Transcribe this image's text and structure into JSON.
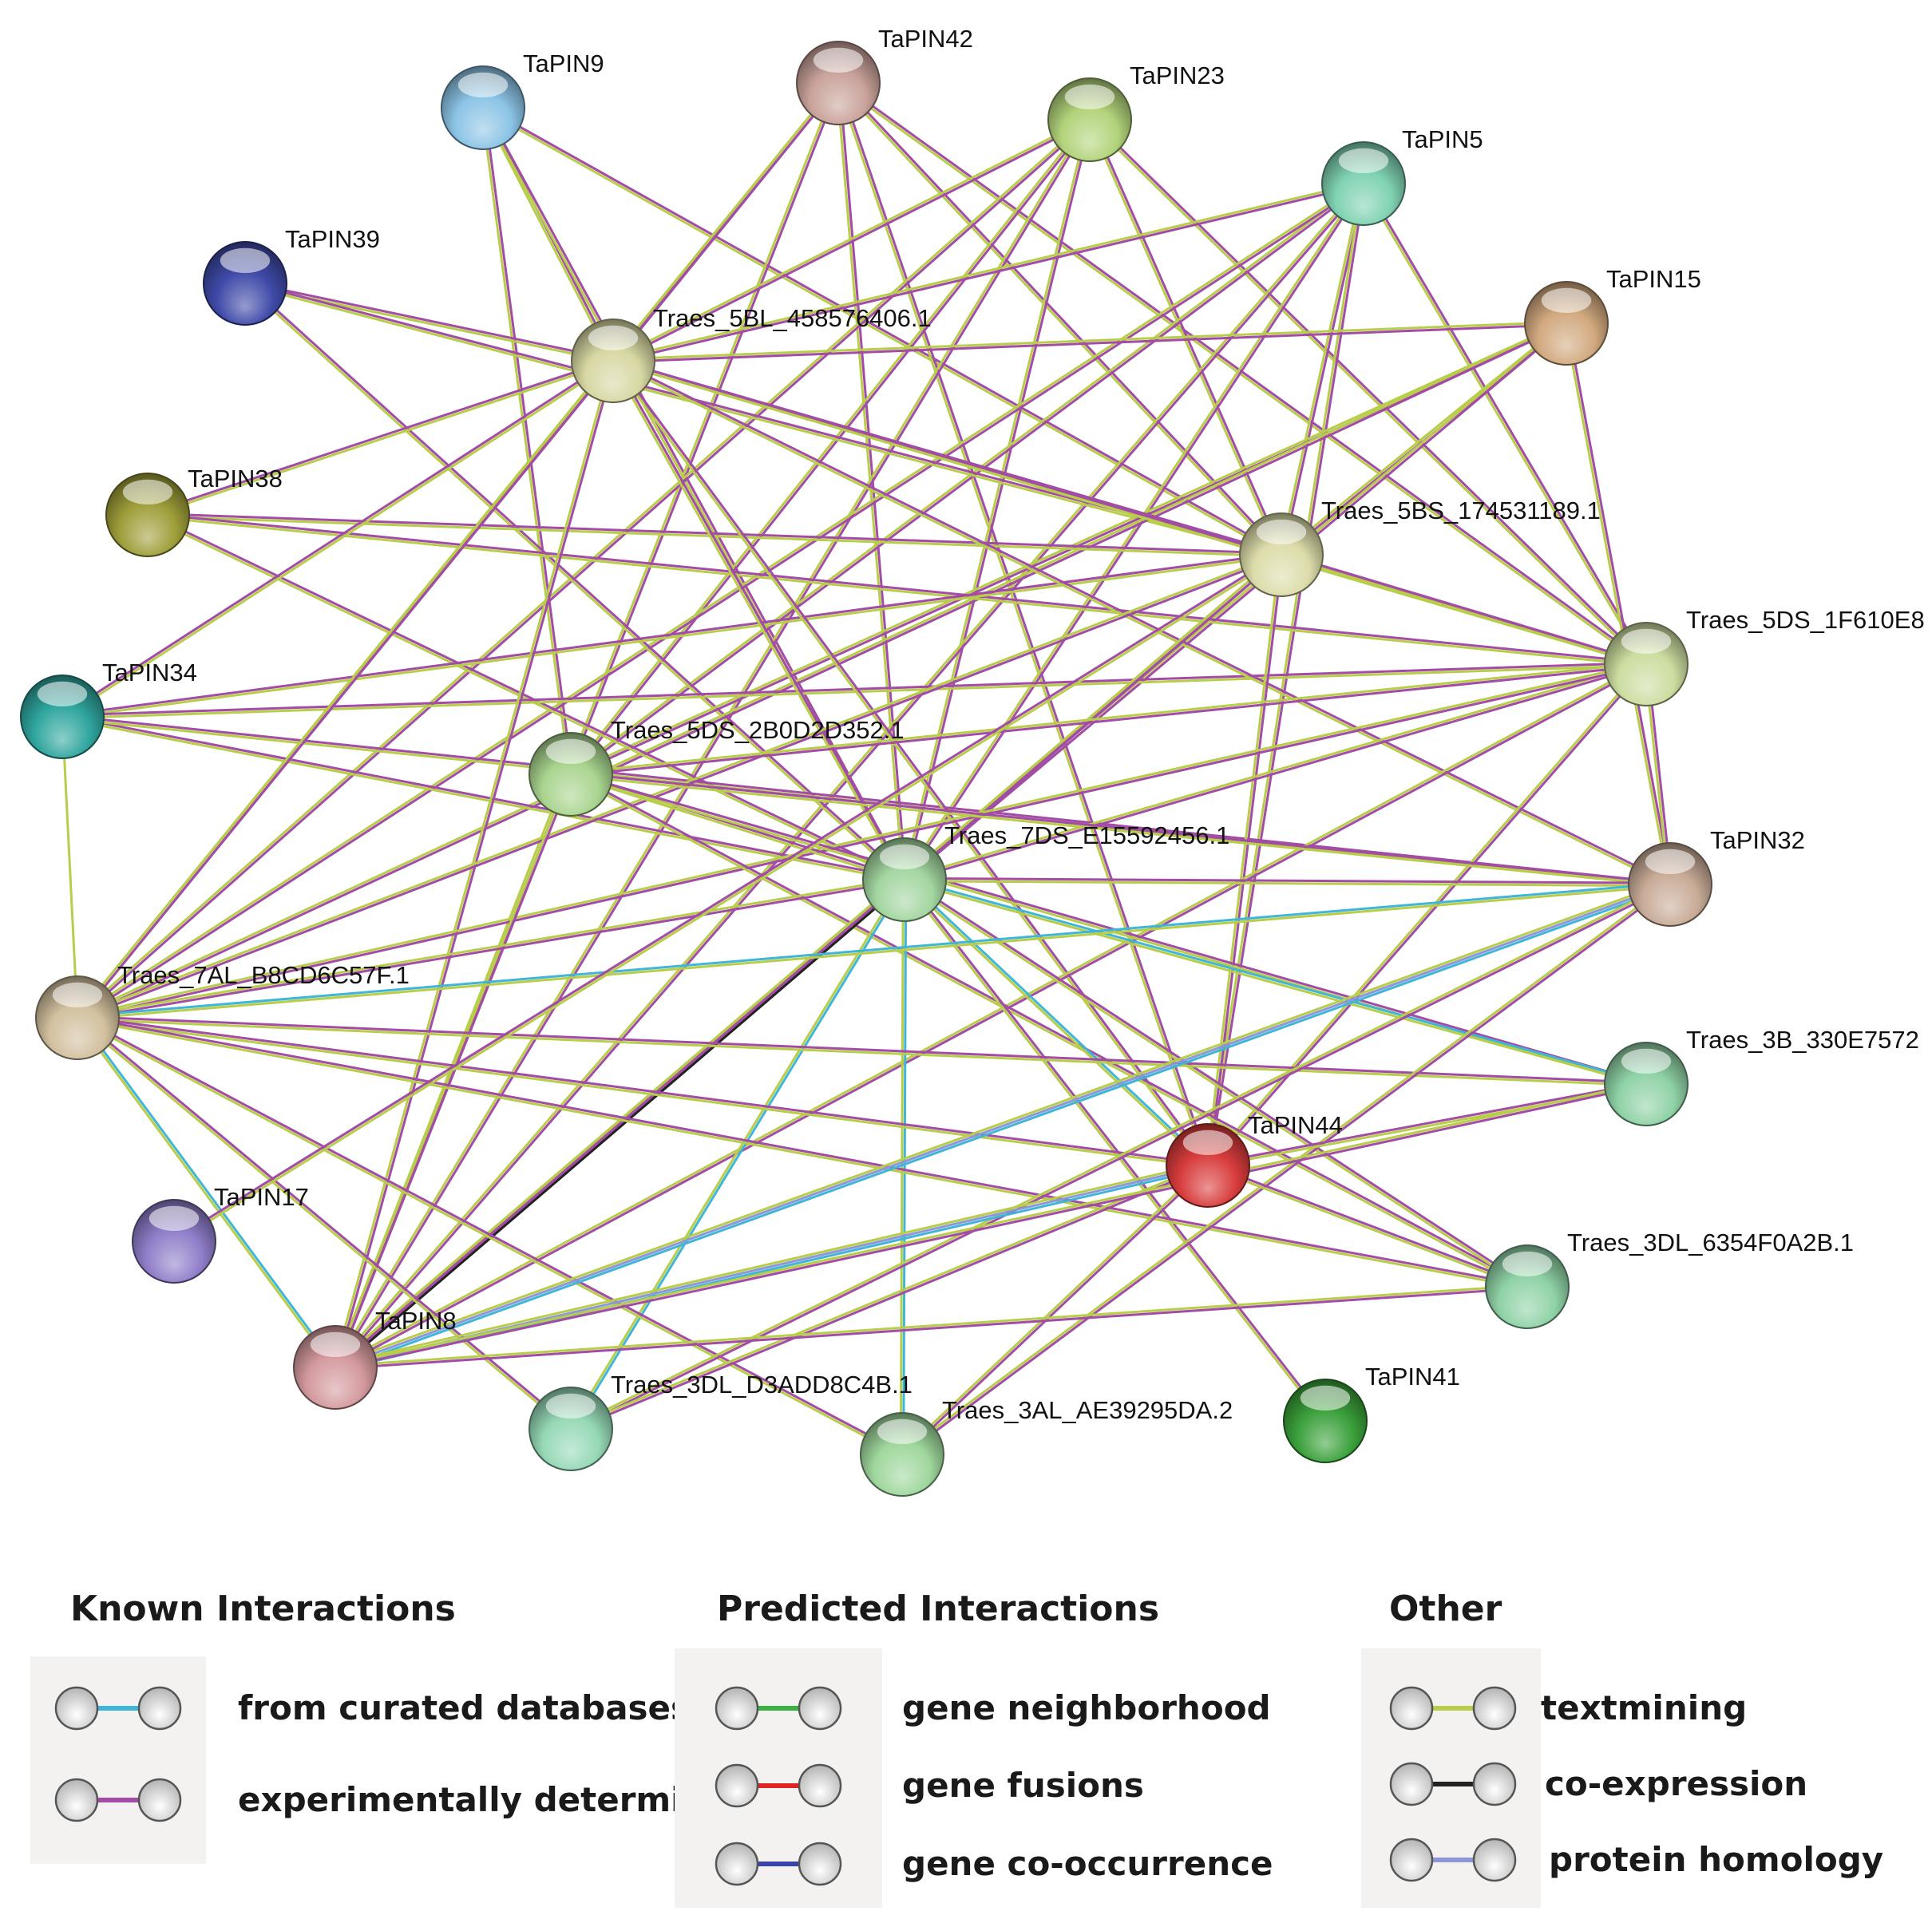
{
  "network": {
    "nodes": [
      {
        "id": "TaPIN42",
        "label": "TaPIN42",
        "color": "#c9a29a"
      },
      {
        "id": "TaPIN9",
        "label": "TaPIN9",
        "color": "#8cc4e6"
      },
      {
        "id": "TaPIN23",
        "label": "TaPIN23",
        "color": "#b2d37a"
      },
      {
        "id": "TaPIN5",
        "label": "TaPIN5",
        "color": "#7fd2b2"
      },
      {
        "id": "TaPIN39",
        "label": "TaPIN39",
        "color": "#3f4aa8"
      },
      {
        "id": "TaPIN15",
        "label": "TaPIN15",
        "color": "#d2a97f"
      },
      {
        "id": "Traes_5BL_458576406.1",
        "label": "Traes_5BL_458576406.1",
        "color": "#d7d7a3"
      },
      {
        "id": "TaPIN38",
        "label": "TaPIN38",
        "color": "#9e9e3a"
      },
      {
        "id": "Traes_5BS_174531189.1",
        "label": "Traes_5BS_174531189.1",
        "color": "#dcdcaa"
      },
      {
        "id": "Traes_5DS_1F610E8",
        "label": "Traes_5DS_1F610E8",
        "color": "#ccdda0"
      },
      {
        "id": "TaPIN34",
        "label": "TaPIN34",
        "color": "#2fa59e"
      },
      {
        "id": "Traes_5DS_2B0D2D352.1",
        "label": "Traes_5DS_2B0D2D352.1",
        "color": "#a9d48f"
      },
      {
        "id": "Traes_7DS_E15592456.1",
        "label": "Traes_7DS_E15592456.1",
        "color": "#a3d6a0"
      },
      {
        "id": "TaPIN32",
        "label": "TaPIN32",
        "color": "#c8ab97"
      },
      {
        "id": "Traes_7AL_B8CD6C57F.1",
        "label": "Traes_7AL_B8CD6C57F.1",
        "color": "#d2c09e"
      },
      {
        "id": "Traes_3B_330E7572",
        "label": "Traes_3B_330E7572",
        "color": "#8fd2a6"
      },
      {
        "id": "TaPIN44",
        "label": "TaPIN44",
        "color": "#d83c3c"
      },
      {
        "id": "TaPIN17",
        "label": "TaPIN17",
        "color": "#8f7dc9"
      },
      {
        "id": "Traes_3DL_6354F0A2B.1",
        "label": "Traes_3DL_6354F0A2B.1",
        "color": "#8fd2a6"
      },
      {
        "id": "TaPIN8",
        "label": "TaPIN8",
        "color": "#d49a9e"
      },
      {
        "id": "TaPIN41",
        "label": "TaPIN41",
        "color": "#3aa03a"
      },
      {
        "id": "Traes_3DL_D3ADD8C4B.1",
        "label": "Traes_3DL_D3ADD8C4B.1",
        "color": "#95d8b6"
      },
      {
        "id": "Traes_3AL_AE39295DA.2",
        "label": "Traes_3AL_AE39295DA.2",
        "color": "#9fd79c"
      }
    ],
    "edges": [
      {
        "source": "TaPIN9",
        "target": "Traes_5BL_458576406.1",
        "types": [
          "experimental",
          "textmining"
        ]
      },
      {
        "source": "TaPIN9",
        "target": "Traes_5BS_174531189.1",
        "types": [
          "experimental",
          "textmining"
        ]
      },
      {
        "source": "TaPIN9",
        "target": "Traes_5DS_2B0D2D352.1",
        "types": [
          "experimental",
          "textmining"
        ]
      },
      {
        "source": "TaPIN9",
        "target": "Traes_7DS_E15592456.1",
        "types": [
          "experimental",
          "textmining"
        ]
      },
      {
        "source": "TaPIN42",
        "target": "Traes_5BL_458576406.1",
        "types": [
          "experimental",
          "textmining"
        ]
      },
      {
        "source": "TaPIN42",
        "target": "Traes_5BS_174531189.1",
        "types": [
          "experimental",
          "textmining"
        ]
      },
      {
        "source": "TaPIN42",
        "target": "Traes_7DS_E15592456.1",
        "types": [
          "experimental",
          "textmining"
        ]
      },
      {
        "source": "TaPIN42",
        "target": "TaPIN8",
        "types": [
          "experimental",
          "textmining"
        ]
      },
      {
        "source": "TaPIN42",
        "target": "Traes_5DS_1F610E8",
        "types": [
          "experimental",
          "textmining"
        ]
      },
      {
        "source": "TaPIN42",
        "target": "Traes_7AL_B8CD6C57F.1",
        "types": [
          "experimental",
          "textmining"
        ]
      },
      {
        "source": "TaPIN42",
        "target": "TaPIN44",
        "types": [
          "experimental",
          "textmining"
        ]
      },
      {
        "source": "TaPIN23",
        "target": "Traes_5BL_458576406.1",
        "types": [
          "experimental",
          "textmining"
        ]
      },
      {
        "source": "TaPIN23",
        "target": "Traes_5BS_174531189.1",
        "types": [
          "experimental",
          "textmining"
        ]
      },
      {
        "source": "TaPIN23",
        "target": "Traes_7DS_E15592456.1",
        "types": [
          "experimental",
          "textmining"
        ]
      },
      {
        "source": "TaPIN23",
        "target": "Traes_5DS_2B0D2D352.1",
        "types": [
          "experimental",
          "textmining"
        ]
      },
      {
        "source": "TaPIN23",
        "target": "Traes_5DS_1F610E8",
        "types": [
          "experimental",
          "textmining"
        ]
      },
      {
        "source": "TaPIN23",
        "target": "TaPIN8",
        "types": [
          "experimental",
          "textmining"
        ]
      },
      {
        "source": "TaPIN23",
        "target": "Traes_7AL_B8CD6C57F.1",
        "types": [
          "experimental",
          "textmining"
        ]
      },
      {
        "source": "TaPIN5",
        "target": "Traes_5BL_458576406.1",
        "types": [
          "experimental",
          "textmining"
        ]
      },
      {
        "source": "TaPIN5",
        "target": "Traes_5BS_174531189.1",
        "types": [
          "experimental",
          "textmining"
        ]
      },
      {
        "source": "TaPIN5",
        "target": "Traes_7DS_E15592456.1",
        "types": [
          "experimental",
          "textmining"
        ]
      },
      {
        "source": "TaPIN5",
        "target": "Traes_5DS_2B0D2D352.1",
        "types": [
          "experimental",
          "textmining"
        ]
      },
      {
        "source": "TaPIN5",
        "target": "Traes_5DS_1F610E8",
        "types": [
          "experimental",
          "textmining"
        ]
      },
      {
        "source": "TaPIN5",
        "target": "TaPIN44",
        "types": [
          "experimental",
          "textmining"
        ]
      },
      {
        "source": "TaPIN5",
        "target": "TaPIN8",
        "types": [
          "experimental",
          "textmining"
        ]
      },
      {
        "source": "TaPIN5",
        "target": "Traes_7AL_B8CD6C57F.1",
        "types": [
          "experimental",
          "textmining"
        ]
      },
      {
        "source": "TaPIN39",
        "target": "Traes_5BL_458576406.1",
        "types": [
          "experimental",
          "textmining"
        ]
      },
      {
        "source": "TaPIN39",
        "target": "Traes_5BS_174531189.1",
        "types": [
          "experimental",
          "textmining"
        ]
      },
      {
        "source": "TaPIN39",
        "target": "Traes_7DS_E15592456.1",
        "types": [
          "experimental",
          "textmining"
        ]
      },
      {
        "source": "TaPIN15",
        "target": "Traes_5BL_458576406.1",
        "types": [
          "experimental",
          "textmining"
        ]
      },
      {
        "source": "TaPIN15",
        "target": "Traes_5BS_174531189.1",
        "types": [
          "experimental",
          "textmining"
        ]
      },
      {
        "source": "TaPIN15",
        "target": "Traes_7DS_E15592456.1",
        "types": [
          "experimental",
          "textmining"
        ]
      },
      {
        "source": "TaPIN15",
        "target": "Traes_5DS_2B0D2D352.1",
        "types": [
          "experimental",
          "textmining"
        ]
      },
      {
        "source": "TaPIN15",
        "target": "TaPIN32",
        "types": [
          "experimental",
          "textmining"
        ]
      },
      {
        "source": "TaPIN15",
        "target": "Traes_7AL_B8CD6C57F.1",
        "types": [
          "experimental",
          "textmining"
        ]
      },
      {
        "source": "TaPIN38",
        "target": "Traes_5BL_458576406.1",
        "types": [
          "experimental",
          "textmining"
        ]
      },
      {
        "source": "TaPIN38",
        "target": "Traes_5BS_174531189.1",
        "types": [
          "experimental",
          "textmining"
        ]
      },
      {
        "source": "TaPIN38",
        "target": "Traes_7DS_E15592456.1",
        "types": [
          "experimental",
          "textmining"
        ]
      },
      {
        "source": "TaPIN38",
        "target": "Traes_5DS_1F610E8",
        "types": [
          "experimental",
          "textmining"
        ]
      },
      {
        "source": "TaPIN34",
        "target": "Traes_5BL_458576406.1",
        "types": [
          "experimental",
          "textmining"
        ]
      },
      {
        "source": "TaPIN34",
        "target": "Traes_5BS_174531189.1",
        "types": [
          "experimental",
          "textmining"
        ]
      },
      {
        "source": "TaPIN34",
        "target": "Traes_7DS_E15592456.1",
        "types": [
          "experimental",
          "textmining"
        ]
      },
      {
        "source": "TaPIN34",
        "target": "Traes_5DS_1F610E8",
        "types": [
          "experimental",
          "textmining"
        ]
      },
      {
        "source": "TaPIN34",
        "target": "TaPIN32",
        "types": [
          "experimental",
          "textmining"
        ]
      },
      {
        "source": "TaPIN34",
        "target": "Traes_7AL_B8CD6C57F.1",
        "types": [
          "textmining"
        ]
      },
      {
        "source": "Traes_5BL_458576406.1",
        "target": "Traes_5BS_174531189.1",
        "types": [
          "experimental",
          "textmining"
        ]
      },
      {
        "source": "Traes_5BL_458576406.1",
        "target": "Traes_7DS_E15592456.1",
        "types": [
          "experimental",
          "textmining"
        ]
      },
      {
        "source": "Traes_5BL_458576406.1",
        "target": "Traes_5DS_1F610E8",
        "types": [
          "experimental",
          "textmining"
        ]
      },
      {
        "source": "Traes_5BL_458576406.1",
        "target": "TaPIN32",
        "types": [
          "experimental",
          "textmining"
        ]
      },
      {
        "source": "Traes_5BL_458576406.1",
        "target": "TaPIN8",
        "types": [
          "experimental",
          "textmining"
        ]
      },
      {
        "source": "Traes_5BL_458576406.1",
        "target": "Traes_7AL_B8CD6C57F.1",
        "types": [
          "experimental",
          "textmining"
        ]
      },
      {
        "source": "Traes_5BL_458576406.1",
        "target": "TaPIN44",
        "types": [
          "experimental",
          "textmining"
        ]
      },
      {
        "source": "Traes_5BS_174531189.1",
        "target": "Traes_7DS_E15592456.1",
        "types": [
          "experimental",
          "textmining"
        ]
      },
      {
        "source": "Traes_5BS_174531189.1",
        "target": "Traes_5DS_1F610E8",
        "types": [
          "experimental",
          "textmining"
        ]
      },
      {
        "source": "Traes_5BS_174531189.1",
        "target": "TaPIN8",
        "types": [
          "experimental",
          "textmining"
        ]
      },
      {
        "source": "Traes_5BS_174531189.1",
        "target": "Traes_7AL_B8CD6C57F.1",
        "types": [
          "experimental",
          "textmining"
        ]
      },
      {
        "source": "Traes_5BS_174531189.1",
        "target": "TaPIN44",
        "types": [
          "experimental",
          "textmining"
        ]
      },
      {
        "source": "Traes_5DS_1F610E8",
        "target": "Traes_7DS_E15592456.1",
        "types": [
          "experimental",
          "textmining"
        ]
      },
      {
        "source": "Traes_5DS_1F610E8",
        "target": "Traes_5DS_2B0D2D352.1",
        "types": [
          "experimental",
          "textmining"
        ]
      },
      {
        "source": "Traes_5DS_1F610E8",
        "target": "TaPIN32",
        "types": [
          "experimental",
          "textmining"
        ]
      },
      {
        "source": "Traes_5DS_1F610E8",
        "target": "TaPIN8",
        "types": [
          "experimental",
          "textmining"
        ]
      },
      {
        "source": "Traes_5DS_1F610E8",
        "target": "Traes_7AL_B8CD6C57F.1",
        "types": [
          "experimental",
          "textmining"
        ]
      },
      {
        "source": "Traes_5DS_1F610E8",
        "target": "TaPIN44",
        "types": [
          "experimental",
          "textmining"
        ]
      },
      {
        "source": "Traes_5DS_2B0D2D352.1",
        "target": "Traes_7DS_E15592456.1",
        "types": [
          "experimental",
          "textmining"
        ]
      },
      {
        "source": "Traes_5DS_2B0D2D352.1",
        "target": "TaPIN32",
        "types": [
          "experimental",
          "textmining"
        ]
      },
      {
        "source": "Traes_5DS_2B0D2D352.1",
        "target": "TaPIN8",
        "types": [
          "experimental",
          "textmining"
        ]
      },
      {
        "source": "Traes_5DS_2B0D2D352.1",
        "target": "Traes_3B_330E7572",
        "types": [
          "experimental",
          "textmining"
        ]
      },
      {
        "source": "Traes_5DS_2B0D2D352.1",
        "target": "Traes_3DL_6354F0A2B.1",
        "types": [
          "experimental",
          "textmining"
        ]
      },
      {
        "source": "Traes_7DS_E15592456.1",
        "target": "TaPIN8",
        "types": [
          "coexpression",
          "experimental",
          "textmining"
        ]
      },
      {
        "source": "Traes_7DS_E15592456.1",
        "target": "Traes_7AL_B8CD6C57F.1",
        "types": [
          "experimental",
          "textmining"
        ]
      },
      {
        "source": "Traes_7DS_E15592456.1",
        "target": "TaPIN32",
        "types": [
          "experimental",
          "textmining"
        ]
      },
      {
        "source": "Traes_7DS_E15592456.1",
        "target": "Traes_3B_330E7572",
        "types": [
          "database",
          "textmining"
        ]
      },
      {
        "source": "Traes_7DS_E15592456.1",
        "target": "TaPIN44",
        "types": [
          "database",
          "textmining"
        ]
      },
      {
        "source": "Traes_7DS_E15592456.1",
        "target": "Traes_3DL_6354F0A2B.1",
        "types": [
          "experimental",
          "textmining"
        ]
      },
      {
        "source": "Traes_7DS_E15592456.1",
        "target": "Traes_3DL_D3ADD8C4B.1",
        "types": [
          "database",
          "textmining"
        ]
      },
      {
        "source": "Traes_7DS_E15592456.1",
        "target": "Traes_3AL_AE39295DA.2",
        "types": [
          "database",
          "textmining"
        ]
      },
      {
        "source": "Traes_7DS_E15592456.1",
        "target": "TaPIN41",
        "types": [
          "experimental",
          "textmining"
        ]
      },
      {
        "source": "Traes_7AL_B8CD6C57F.1",
        "target": "TaPIN32",
        "types": [
          "database",
          "textmining"
        ]
      },
      {
        "source": "Traes_7AL_B8CD6C57F.1",
        "target": "Traes_3B_330E7572",
        "types": [
          "experimental",
          "textmining"
        ]
      },
      {
        "source": "Traes_7AL_B8CD6C57F.1",
        "target": "TaPIN44",
        "types": [
          "experimental",
          "textmining"
        ]
      },
      {
        "source": "Traes_7AL_B8CD6C57F.1",
        "target": "Traes_3DL_6354F0A2B.1",
        "types": [
          "experimental",
          "textmining"
        ]
      },
      {
        "source": "Traes_7AL_B8CD6C57F.1",
        "target": "TaPIN8",
        "types": [
          "database",
          "textmining"
        ]
      },
      {
        "source": "Traes_7AL_B8CD6C57F.1",
        "target": "Traes_3DL_D3ADD8C4B.1",
        "types": [
          "experimental",
          "textmining"
        ]
      },
      {
        "source": "Traes_7AL_B8CD6C57F.1",
        "target": "Traes_3AL_AE39295DA.2",
        "types": [
          "experimental",
          "textmining"
        ]
      },
      {
        "source": "TaPIN32",
        "target": "TaPIN8",
        "types": [
          "database",
          "homology",
          "textmining"
        ]
      },
      {
        "source": "TaPIN32",
        "target": "Traes_3DL_D3ADD8C4B.1",
        "types": [
          "experimental",
          "textmining"
        ]
      },
      {
        "source": "TaPIN32",
        "target": "Traes_3AL_AE39295DA.2",
        "types": [
          "experimental",
          "textmining"
        ]
      },
      {
        "source": "TaPIN44",
        "target": "TaPIN8",
        "types": [
          "database",
          "homology",
          "textmining"
        ]
      },
      {
        "source": "TaPIN44",
        "target": "Traes_3DL_D3ADD8C4B.1",
        "types": [
          "experimental",
          "textmining"
        ]
      },
      {
        "source": "TaPIN44",
        "target": "Traes_3AL_AE39295DA.2",
        "types": [
          "experimental",
          "textmining"
        ]
      },
      {
        "source": "TaPIN44",
        "target": "Traes_3B_330E7572",
        "types": [
          "experimental",
          "textmining"
        ]
      },
      {
        "source": "TaPIN44",
        "target": "Traes_3DL_6354F0A2B.1",
        "types": [
          "experimental",
          "textmining"
        ]
      },
      {
        "source": "Traes_3B_330E7572",
        "target": "TaPIN8",
        "types": [
          "experimental",
          "textmining"
        ]
      },
      {
        "source": "Traes_3DL_6354F0A2B.1",
        "target": "TaPIN8",
        "types": [
          "experimental",
          "textmining"
        ]
      },
      {
        "source": "TaPIN17",
        "target": "Traes_5BS_174531189.1",
        "types": [
          "experimental",
          "textmining"
        ]
      }
    ],
    "edge_type_colors": {
      "database": "#3fb6d8",
      "experimental": "#a24ca6",
      "neighborhood": "#3cb043",
      "fusion": "#e02424",
      "cooccurrence": "#3845a6",
      "textmining": "#b8cd4a",
      "coexpression": "#222222",
      "homology": "#8c96d9"
    }
  },
  "legend": {
    "known": {
      "title": "Known Interactions",
      "items": [
        {
          "label": "from curated databases",
          "color": "#3fb6d8"
        },
        {
          "label": "experimentally determined",
          "color": "#a24ca6"
        }
      ]
    },
    "predicted": {
      "title": "Predicted Interactions",
      "items": [
        {
          "label": "gene neighborhood",
          "color": "#3cb043"
        },
        {
          "label": "gene fusions",
          "color": "#e02424"
        },
        {
          "label": "gene co-occurrence",
          "color": "#3845a6"
        }
      ]
    },
    "other": {
      "title": "Other",
      "items": [
        {
          "label": "textmining",
          "color": "#b8cd4a"
        },
        {
          "label": "co-expression",
          "color": "#222222"
        },
        {
          "label": "protein homology",
          "color": "#8c96d9"
        }
      ]
    }
  }
}
